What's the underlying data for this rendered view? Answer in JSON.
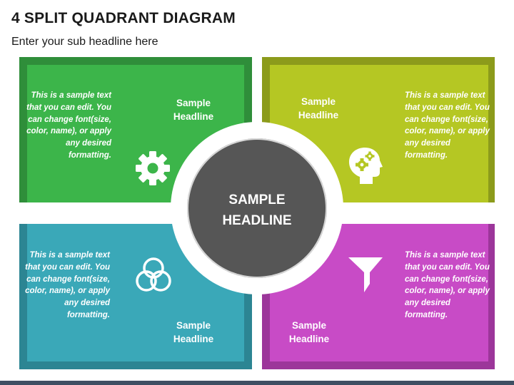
{
  "title": "4 SPLIT QUADRANT DIAGRAM",
  "subtitle": "Enter your sub headline here",
  "center": {
    "line1": "SAMPLE",
    "line2": "HEADLINE"
  },
  "quadrants": [
    {
      "position": "top-left",
      "color": "#3cb54a",
      "dark_color": "#2f8e3a",
      "text": "This is a sample text that you can edit. You can change font(size, color, name), or apply any desired formatting.",
      "headline_1": "Sample",
      "headline_2": "Headline",
      "icon": "gear-icon"
    },
    {
      "position": "top-right",
      "color": "#b5c723",
      "dark_color": "#8c9b1b",
      "text": "This is a sample text that you can edit. You can change font(size, color, name), or apply any desired formatting.",
      "headline_1": "Sample",
      "headline_2": "Headline",
      "icon": "head-gears-icon"
    },
    {
      "position": "bottom-left",
      "color": "#3aa8b8",
      "dark_color": "#2c8593",
      "text": "This is a sample text that you can edit. You can change font(size, color, name), or apply any desired formatting.",
      "headline_1": "Sample",
      "headline_2": "Headline",
      "icon": "venn-diagram-icon"
    },
    {
      "position": "bottom-right",
      "color": "#c84bc6",
      "dark_color": "#9c369a",
      "text": "This is a sample text that you can edit. You can change font(size, color, name), or apply any desired formatting.",
      "headline_1": "Sample",
      "headline_2": "Headline",
      "icon": "funnel-icon"
    }
  ]
}
